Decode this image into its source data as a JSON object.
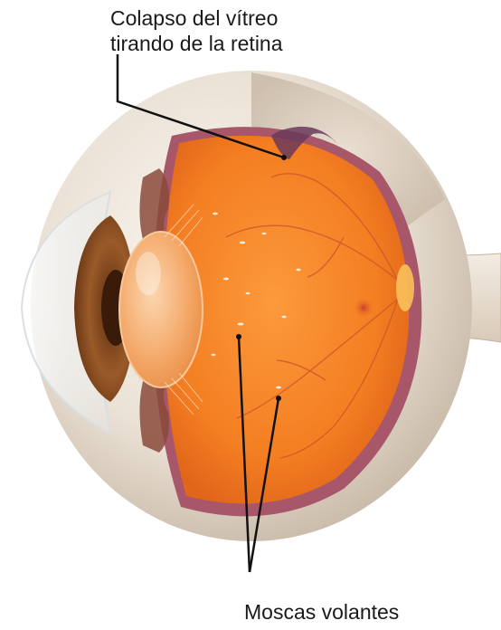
{
  "labels": {
    "vitreous_collapse": [
      "Colapso del vítreo",
      "tirando de la retina"
    ],
    "floaters": "Moscas volantes"
  },
  "colors": {
    "vitreous": "#f47e22",
    "sclera": "#e6dcd0",
    "lens": "#f2a468",
    "iris": "#8a5022",
    "retina_edge": "#a8566a",
    "macula": "#c8402a",
    "leader_line": "#111111"
  },
  "icons": [
    "eyeball-cross-section",
    "floater-specks",
    "blood-vessels",
    "optic-nerve"
  ]
}
